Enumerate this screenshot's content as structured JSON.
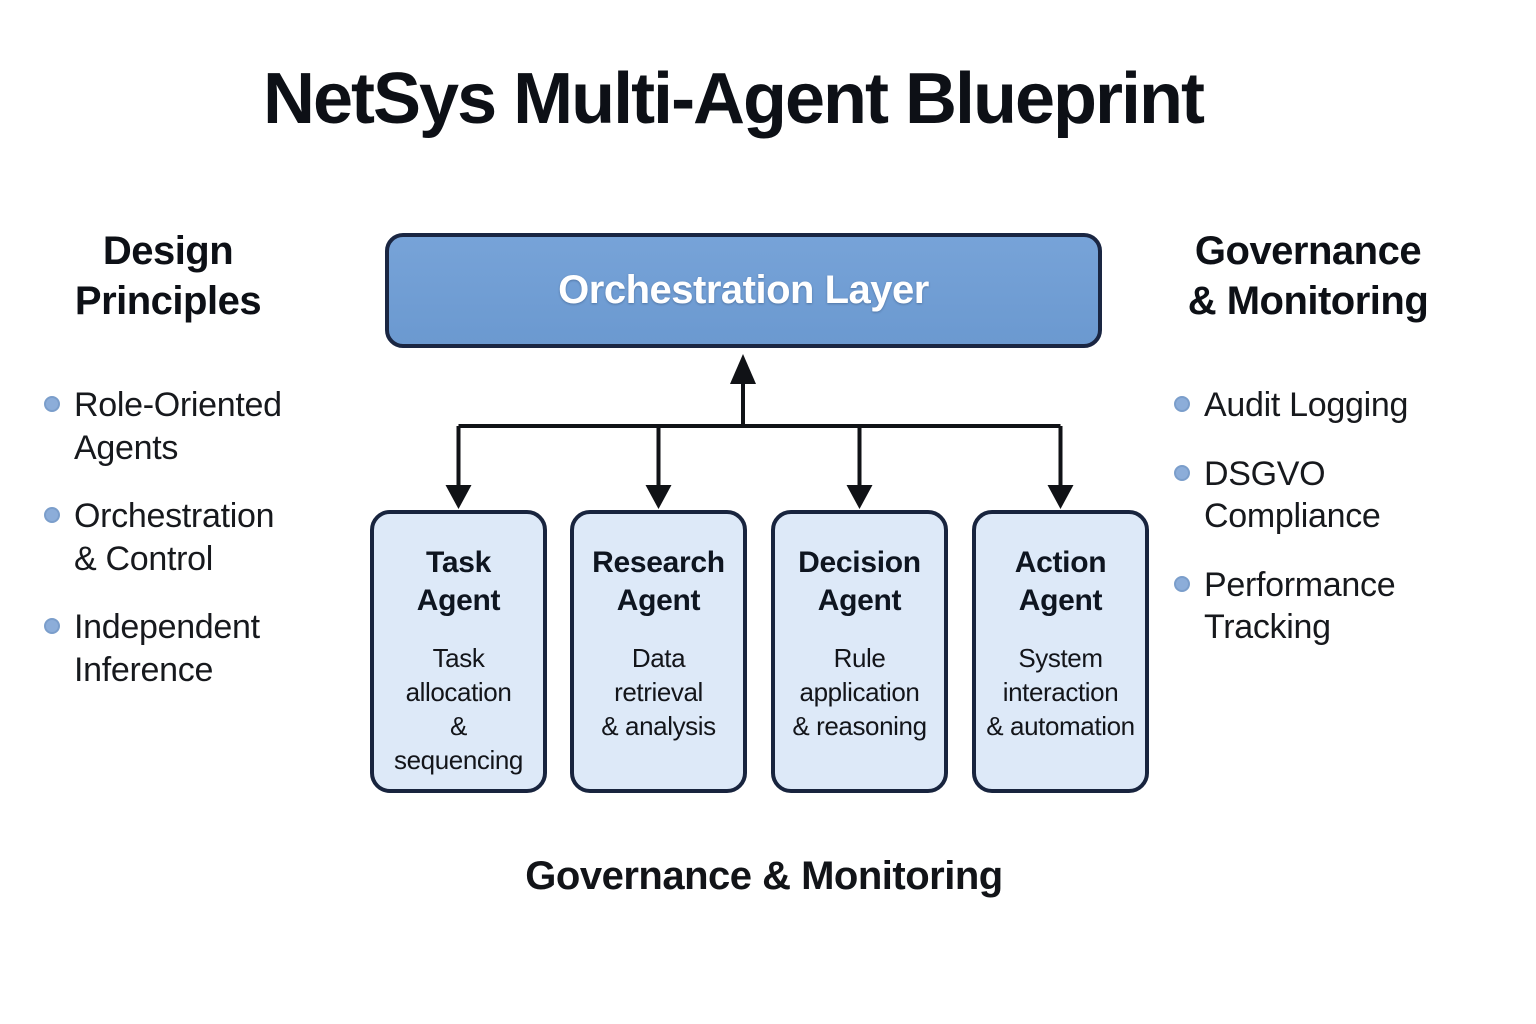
{
  "title": "NetSys Multi-Agent Blueprint",
  "left_panel": {
    "heading": "Design\nPrinciples",
    "items": [
      "Role-Oriented\nAgents",
      "Orchestration\n& Control",
      "Independent\nInference"
    ]
  },
  "right_panel": {
    "heading": "Governance\n& Monitoring",
    "items": [
      "Audit Logging",
      "DSGVO\nCompliance",
      "Performance\nTracking"
    ]
  },
  "orchestration": {
    "label": "Orchestration Layer"
  },
  "agents": [
    {
      "name": "Task\nAgent",
      "description": "Task\nallocation\n&\nsequencing"
    },
    {
      "name": "Research\nAgent",
      "description": "Data\nretrieval\n& analysis"
    },
    {
      "name": "Decision\nAgent",
      "description": "Rule\napplication\n& reasoning"
    },
    {
      "name": "Action\nAgent",
      "description": "System\ninteraction\n& automation"
    }
  ],
  "footer": {
    "label": "Governance & Monitoring"
  },
  "colors": {
    "background": "#ffffff",
    "title_text": "#0d1016",
    "orchestration_fill": "#6f9cd4",
    "orchestration_text": "#ffffff",
    "agent_box_fill": "#dde9f8",
    "box_border": "#18243e",
    "bullet_dot": "#8cadd9",
    "arrow": "#101216"
  }
}
